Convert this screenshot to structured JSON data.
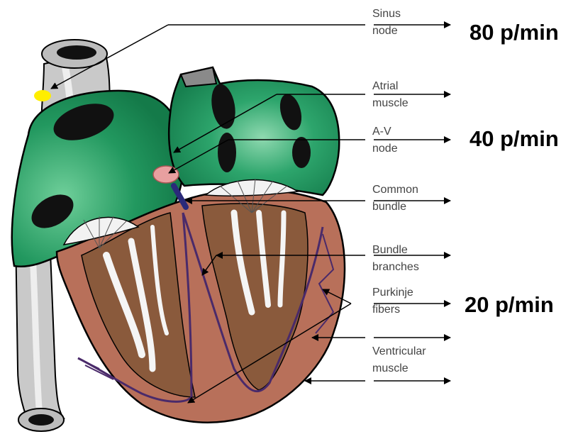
{
  "labels": {
    "sinus_node": [
      "Sinus",
      "node"
    ],
    "atrial_muscle": [
      "Atrial",
      "muscle"
    ],
    "av_node": [
      "A-V",
      "node"
    ],
    "common_bundle": [
      "Common",
      "bundle"
    ],
    "bundle_branches": [
      "Bundle",
      "branches"
    ],
    "purkinje_fibers": [
      "Purkinje",
      "fibers"
    ],
    "ventricular_muscle": [
      "Ventricular",
      "muscle"
    ]
  },
  "rates": {
    "sinus": "80 p/min",
    "av": "40 p/min",
    "ventricle": "20 p/min"
  },
  "colors": {
    "atria_green": "#1e8c5a",
    "ventricle_brown": "#b8705a",
    "cavity_dark": "#8a5a3c",
    "vessel_gray": "#cccccc",
    "sinus_node_yellow": "#ffee00",
    "av_node_pink": "#e8a0a0",
    "conduction_blue": "#2a2a7a"
  }
}
